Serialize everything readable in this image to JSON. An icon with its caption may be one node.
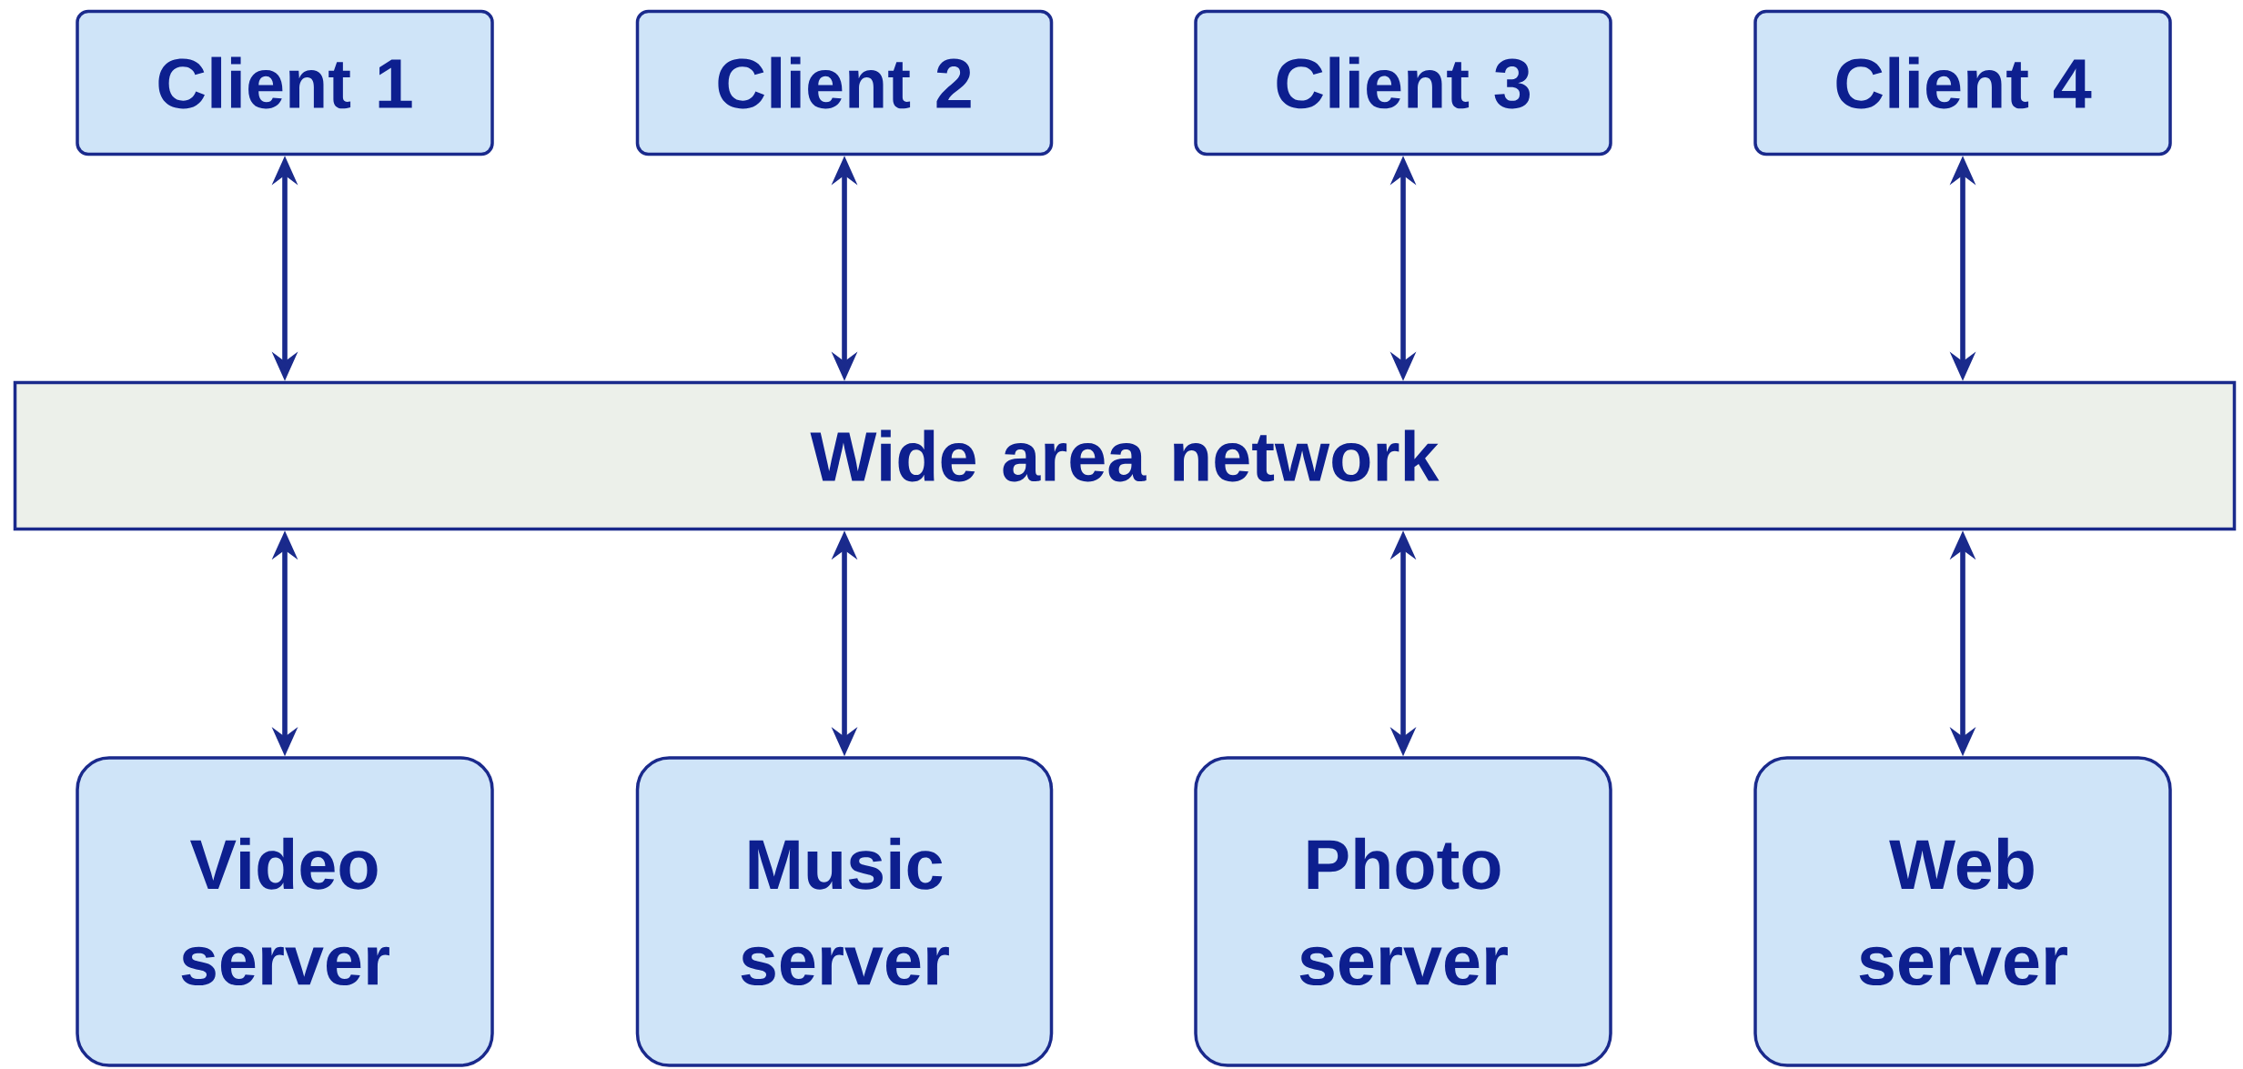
{
  "diagram": {
    "nodes": [
      {
        "text": [
          "Client 1"
        ]
      },
      {
        "text": [
          "Client 2"
        ]
      },
      {
        "text": [
          "Client 3"
        ]
      },
      {
        "text": [
          "Client 4"
        ]
      },
      {
        "text": [
          "Wide area network"
        ]
      },
      {
        "text": [
          "Video server"
        ]
      },
      {
        "text": [
          "Music server"
        ]
      },
      {
        "text": [
          "Photo server"
        ]
      },
      {
        "text": [
          "Web server"
        ]
      }
    ],
    "edges": [
      {
        "from": 0,
        "to": 4,
        "arrow": "both"
      },
      {
        "from": 1,
        "to": 4,
        "arrow": "both"
      },
      {
        "from": 2,
        "to": 4,
        "arrow": "both"
      },
      {
        "from": 3,
        "to": 4,
        "arrow": "both"
      },
      {
        "from": 4,
        "to": 5,
        "arrow": "both"
      },
      {
        "from": 4,
        "to": 6,
        "arrow": "both"
      },
      {
        "from": 4,
        "to": 7,
        "arrow": "both"
      },
      {
        "from": 4,
        "to": 8,
        "arrow": "both"
      }
    ]
  }
}
